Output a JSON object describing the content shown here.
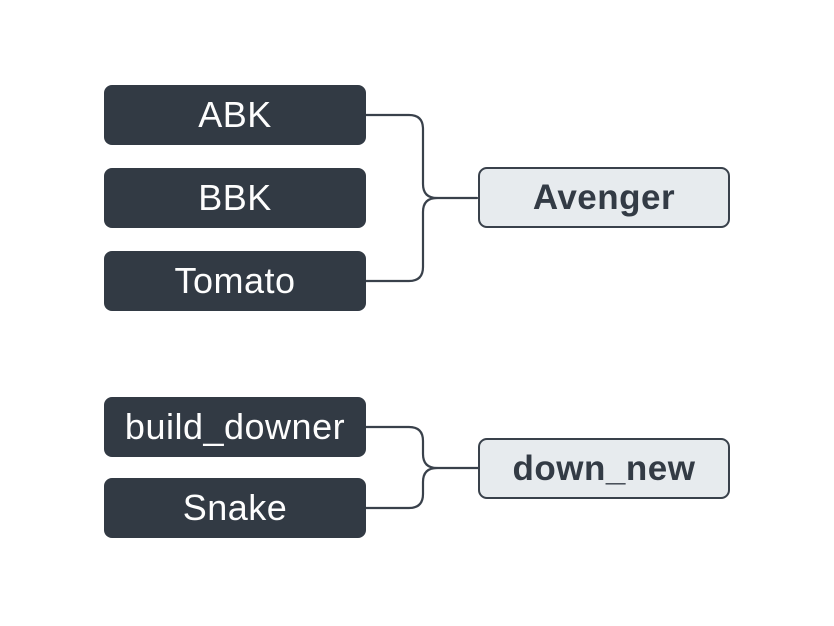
{
  "diagram": {
    "groups": [
      {
        "sources": [
          "ABK",
          "BBK",
          "Tomato"
        ],
        "target": "Avenger"
      },
      {
        "sources": [
          "build_downer",
          "Snake"
        ],
        "target": "down_new"
      }
    ]
  },
  "colors": {
    "background": "#ffffff",
    "source_box_bg": "#323a44",
    "source_box_text": "#fdfdfd",
    "target_box_bg": "#e7ebee",
    "target_box_border": "#39414b",
    "target_box_text": "#333b45",
    "connector": "#39414b"
  }
}
